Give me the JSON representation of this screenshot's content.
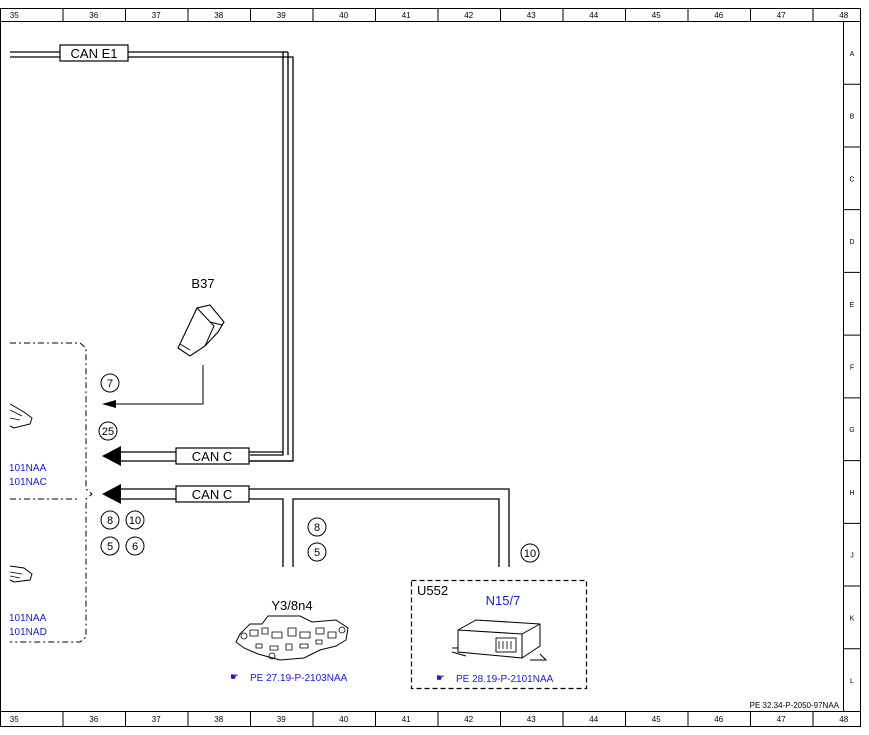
{
  "grid": {
    "columns": [
      "35",
      "36",
      "37",
      "38",
      "39",
      "40",
      "41",
      "42",
      "43",
      "44",
      "45",
      "46",
      "47",
      "48"
    ],
    "rows": [
      "A",
      "B",
      "C",
      "D",
      "E",
      "F",
      "G",
      "H",
      "J",
      "K",
      "L"
    ]
  },
  "bus_labels": {
    "can_e1": "CAN E1",
    "can_c_upper": "CAN C",
    "can_c_lower": "CAN C"
  },
  "components": {
    "b37": "B37",
    "y3_8n4": "Y3/8n4",
    "u552": "U552",
    "n15_7": "N15/7"
  },
  "refs": {
    "y3_ref": "PE 27.19-P-2103NAA",
    "n15_ref": "PE 28.19-P-2101NAA",
    "left_upper_1": "101NAA",
    "left_upper_2": "101NAC",
    "left_lower_1": "101NAA",
    "left_lower_2": "101NAD"
  },
  "pins": {
    "p7": "7",
    "p25": "25",
    "p8a": "8",
    "p10a": "10",
    "p5a": "5",
    "p6": "6",
    "p8b": "8",
    "p5b": "5",
    "p10b": "10"
  },
  "footer_code": "PE 32.34-P-2050-97NAA",
  "colors": {
    "link": "#1a1acc",
    "line": "#000000"
  }
}
